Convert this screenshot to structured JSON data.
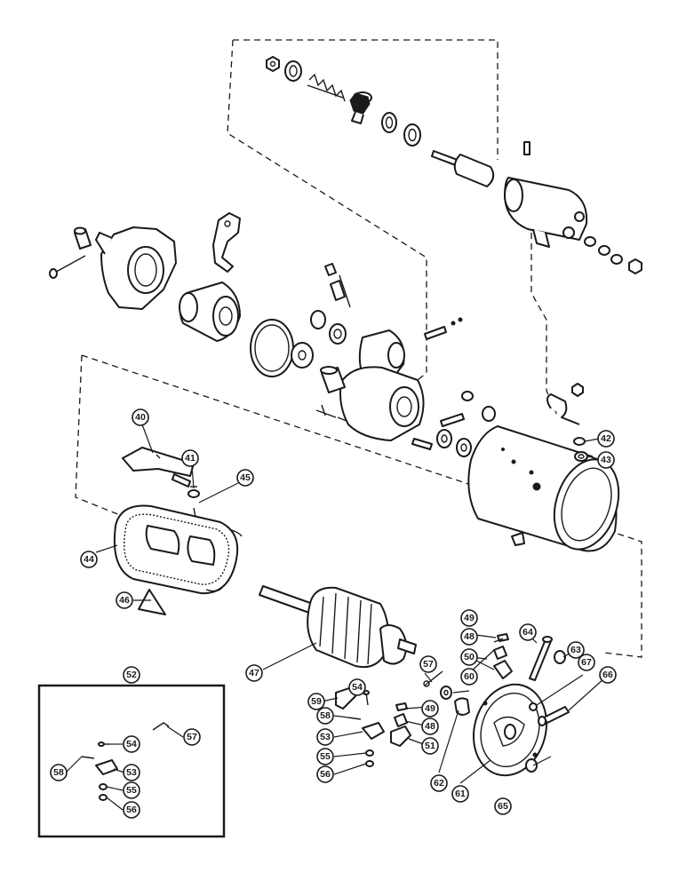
{
  "callouts": {
    "c40": "40",
    "c41": "41",
    "c42": "42",
    "c43": "43",
    "c44": "44",
    "c45": "45",
    "c46": "46",
    "c47": "47",
    "c48a": "48",
    "c48b": "48",
    "c49a": "49",
    "c49b": "49",
    "c50": "50",
    "c51": "51",
    "c52": "52",
    "c53a": "53",
    "c53b": "53",
    "c54a": "54",
    "c54b": "54",
    "c55a": "55",
    "c55b": "55",
    "c56a": "56",
    "c56b": "56",
    "c57a": "57",
    "c57b": "57",
    "c58a": "58",
    "c58b": "58",
    "c59": "59",
    "c60": "60",
    "c61": "61",
    "c62": "62",
    "c63": "63",
    "c64": "64",
    "c65": "65",
    "c66": "66",
    "c67": "67"
  },
  "colors": {
    "ink": "#1a1a1a",
    "paper": "#ffffff"
  }
}
